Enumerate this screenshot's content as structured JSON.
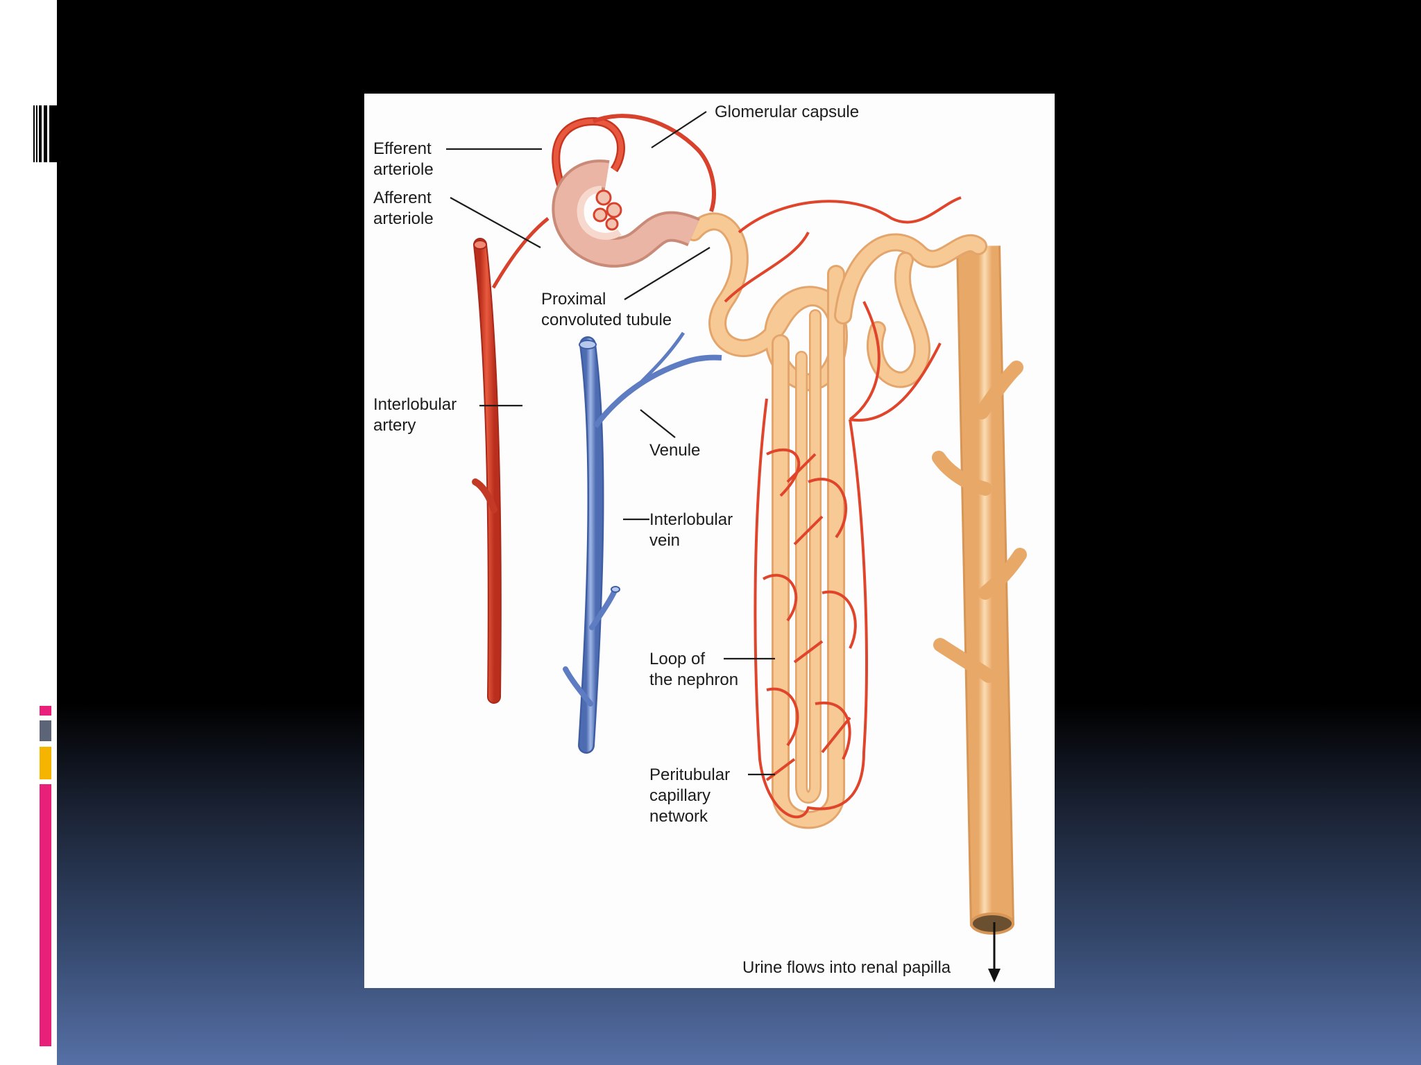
{
  "slide": {
    "accent_colors": {
      "pink": "#e8207a",
      "slate": "#5b6577",
      "gold": "#f5b400"
    }
  },
  "diagram": {
    "labels": {
      "glomerular_capsule": "Glomerular capsule",
      "efferent_1": "Efferent",
      "efferent_2": "arteriole",
      "afferent_1": "Afferent",
      "afferent_2": "arteriole",
      "proximal_1": "Proximal",
      "proximal_2": "convoluted tubule",
      "interlobular_artery_1": "Interlobular",
      "interlobular_artery_2": "artery",
      "venule": "Venule",
      "interlobular_vein_1": "Interlobular",
      "interlobular_vein_2": "vein",
      "loop_1": "Loop of",
      "loop_2": "the nephron",
      "peritubular_1": "Peritubular",
      "peritubular_2": "capillary",
      "peritubular_3": "network",
      "urine_flow": "Urine flows into renal papilla"
    },
    "colors": {
      "artery": "#d8412c",
      "vein": "#6f8fd0",
      "tubule": "#f7c995",
      "tubule_outline": "#e3a56b",
      "capillary": "#e0452c",
      "capsule": "#e8a996"
    }
  }
}
